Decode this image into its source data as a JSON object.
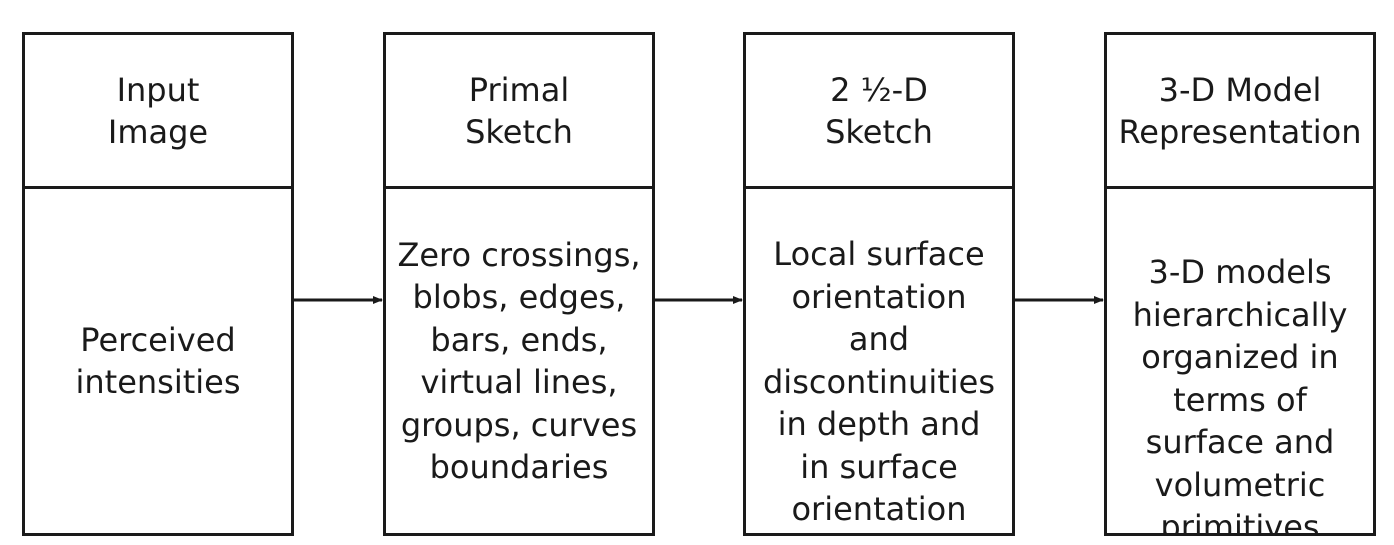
{
  "stages": [
    {
      "title": "Input\nImage",
      "description": "Perceived\nintensities"
    },
    {
      "title": "Primal\nSketch",
      "description": "Zero crossings,\nblobs, edges,\nbars, ends,\nvirtual lines,\ngroups, curves\nboundaries"
    },
    {
      "title": "2 ½-D\nSketch",
      "description": "Local surface\norientation\nand\ndiscontinuities\nin depth and\nin surface\norientation"
    },
    {
      "title": "3-D Model\nRepresentation",
      "description": "3-D models\nhierarchically\norganized in\nterms of\nsurface and\nvolumetric\nprimitives"
    }
  ],
  "colors": {
    "stroke": "#1a1a1a",
    "background": "#ffffff"
  }
}
